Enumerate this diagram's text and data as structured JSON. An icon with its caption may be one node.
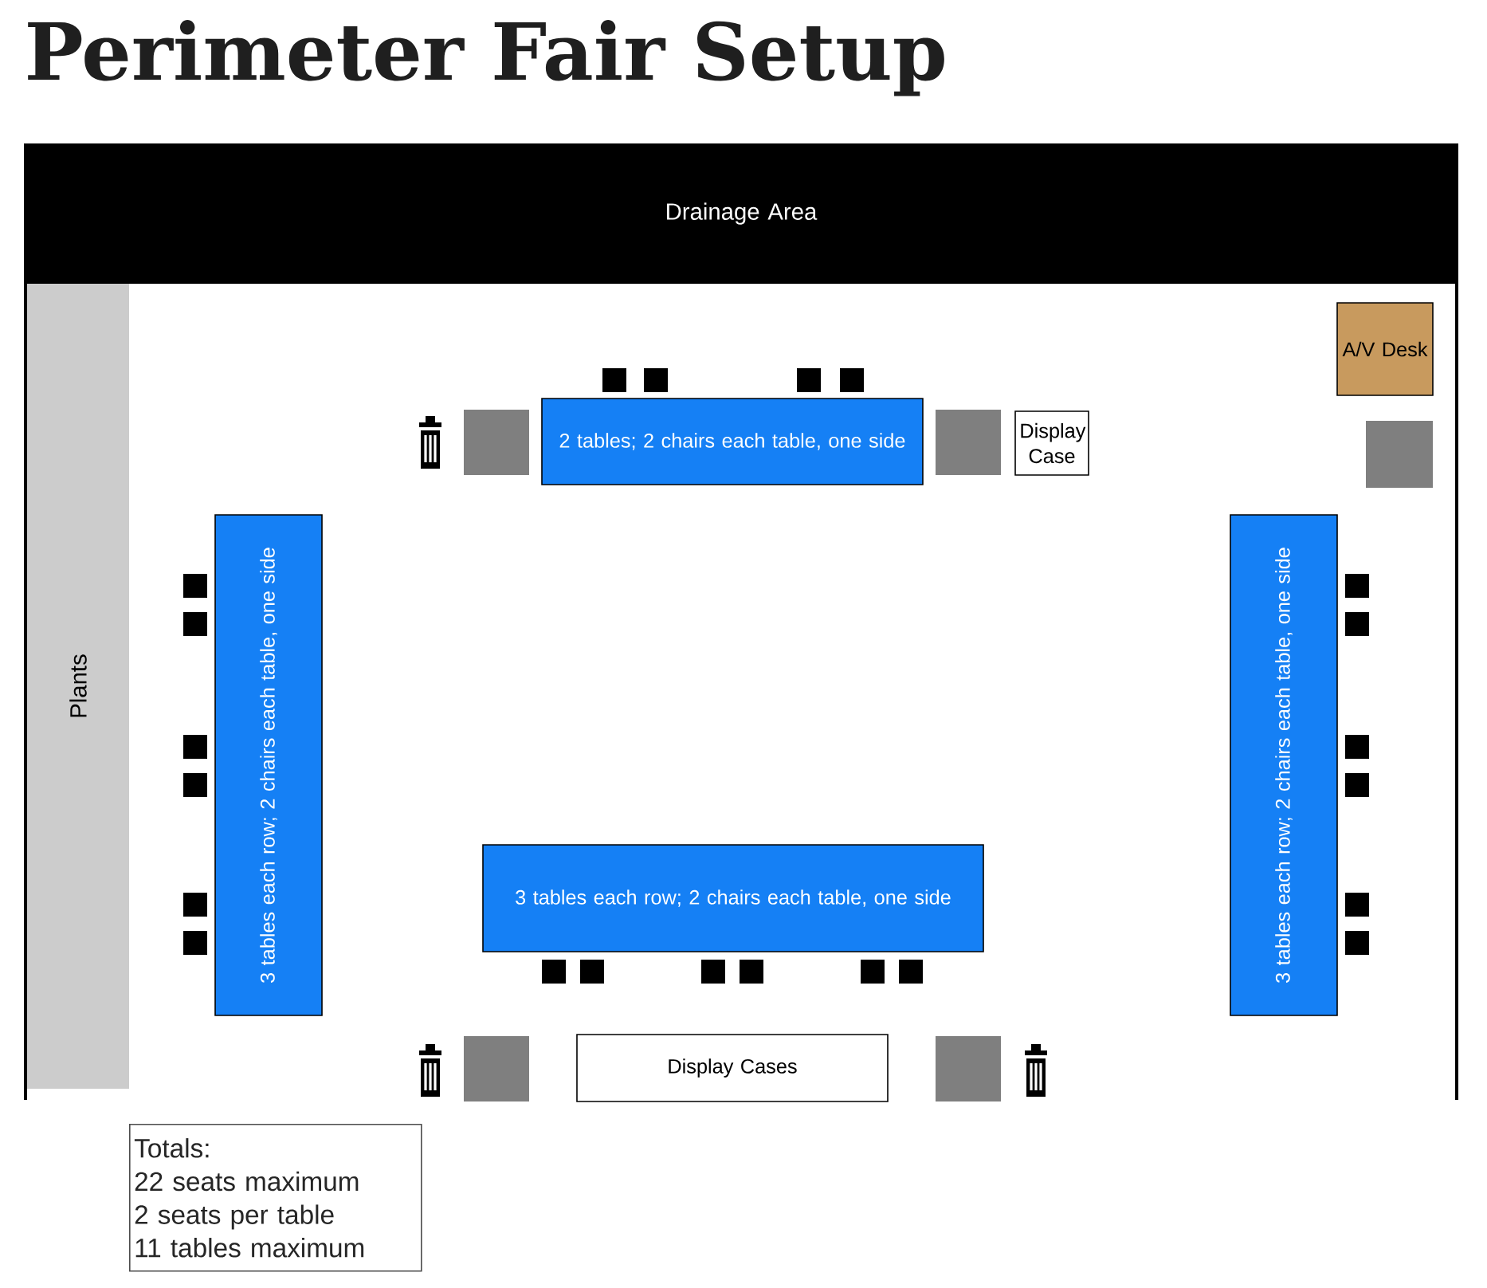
{
  "diagram": {
    "title": "Perimeter Fair Setup",
    "nodes": [
      {
        "text": [
          "Drainage Area"
        ]
      },
      {
        "text": [
          "Plants"
        ]
      },
      {
        "text": [
          "A/V Desk"
        ]
      },
      {
        "text": [],
        "shape": "box"
      },
      {
        "text": [
          "2 tables; 2 chairs each table, one side"
        ]
      },
      {
        "text": [],
        "shape": "box"
      },
      {
        "text": [
          "Display Case"
        ]
      },
      {
        "text": [],
        "shape": "box"
      },
      {
        "text": [
          "3 tables each row; 2 chairs each table, one side"
        ]
      },
      {
        "text": [
          "3 tables each row; 2 chairs each table, one side"
        ]
      },
      {
        "text": [
          "3 tables each row; 2 chairs each table, one side"
        ]
      },
      {
        "text": [],
        "shape": "box"
      },
      {
        "text": [
          "Display Cases"
        ]
      },
      {
        "text": [],
        "shape": "box"
      },
      {
        "text": [
          "Totals:",
          "22 seats maximum",
          "2 seats per table",
          "11 tables maximum"
        ]
      }
    ]
  }
}
